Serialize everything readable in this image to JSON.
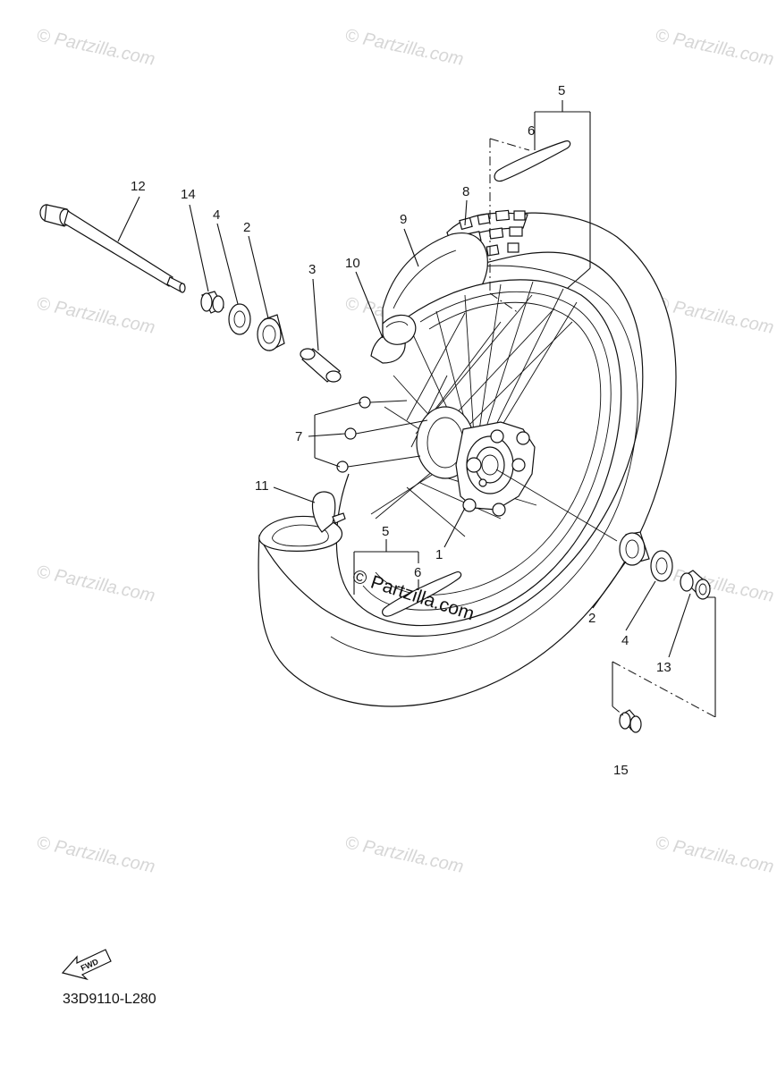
{
  "diagram": {
    "code": "33D9110-L280",
    "fwd_label": "FWD",
    "center_watermark": "© Partzilla.com",
    "watermark": "© Partzilla.com",
    "callouts": {
      "c1": "1",
      "c2a": "2",
      "c2b": "2",
      "c3": "3",
      "c4a": "4",
      "c4b": "4",
      "c5a": "5",
      "c5b": "5",
      "c6a": "6",
      "c6b": "6",
      "c7": "7",
      "c8": "8",
      "c9": "9",
      "c10": "10",
      "c11": "11",
      "c12": "12",
      "c13": "13",
      "c14": "14",
      "c15": "15"
    }
  }
}
